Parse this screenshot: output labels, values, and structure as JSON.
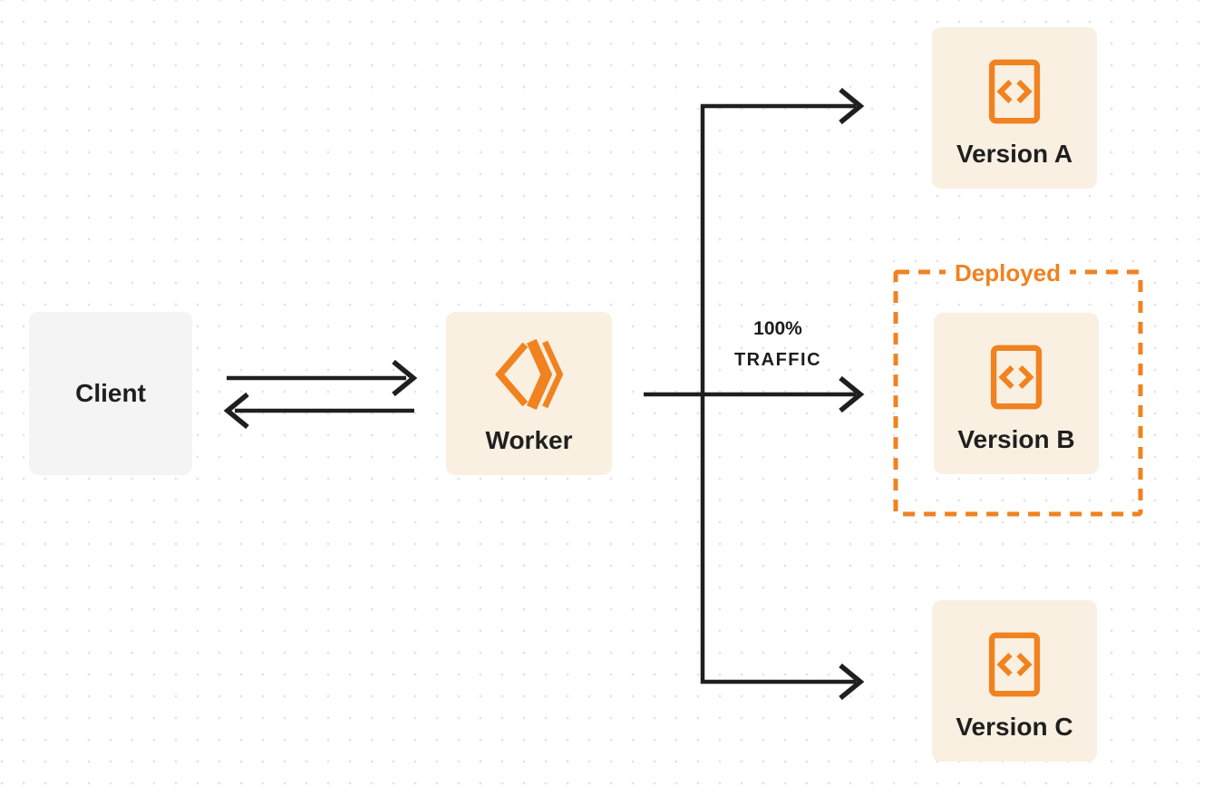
{
  "diagram": {
    "nodes": {
      "client": {
        "label": "Client"
      },
      "worker": {
        "label": "Worker",
        "icon": "cloudflare-workers-icon"
      },
      "version_a": {
        "label": "Version A",
        "icon": "code-file-icon"
      },
      "version_b": {
        "label": "Version B",
        "icon": "code-file-icon"
      },
      "version_c": {
        "label": "Version C",
        "icon": "code-file-icon"
      }
    },
    "annotations": {
      "deployed_label": "Deployed",
      "traffic_percent": "100%",
      "traffic_word": "TRAFFIC"
    },
    "colors": {
      "accent_orange": "#F0821F",
      "node_cream": "#FAF0E1",
      "node_gray": "#F4F4F5",
      "connector_dark": "#1F1F1F",
      "grid_dot": "#E3E3E3",
      "background": "#FFFFFF"
    }
  }
}
